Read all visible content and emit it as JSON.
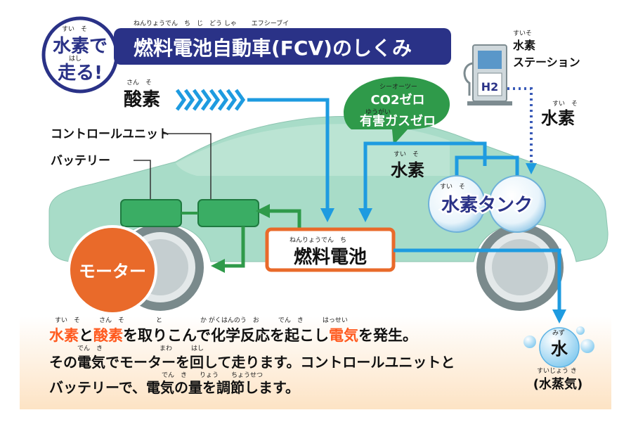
{
  "badge": {
    "line1": "水素で",
    "line2": "走る!",
    "ruby1": "すい　そ",
    "ruby2": "はし"
  },
  "title": {
    "text": "燃料電池自動車(FCV)のしくみ",
    "ruby": "ねんりょうでん　ち　じ　どう しゃ　　 エフシーブイ"
  },
  "station": {
    "label1": "水素",
    "label2": "ステーション",
    "ruby": "すいそ",
    "sign": "H2"
  },
  "labels": {
    "oxygen": "酸素",
    "oxygen_ruby": "さん　そ",
    "control_unit": "コントロールユニット",
    "battery": "バッテリー",
    "hydrogen_in": "水素",
    "hydrogen_in_ruby": "すい　そ",
    "hydrogen_right": "水素",
    "hydrogen_right_ruby": "すい　そ",
    "tank": "水素タンク",
    "tank_ruby": "すい　そ",
    "fuel_cell": "燃料電池",
    "fuel_cell_ruby": "ねんりょうでん　ち",
    "motor": "モーター",
    "water": "水",
    "water_ruby": "みず",
    "steam": "(水蒸気)",
    "steam_ruby": "すいじょう き"
  },
  "bubble": {
    "line1": "CO2ゼロ",
    "line1_ruby": "シーオーツー",
    "line2": "有害ガスゼロ",
    "line2_ruby": "ゆうがい"
  },
  "description": {
    "line1_parts": [
      "水素",
      "と",
      "酸素",
      "を取りこんで化学反応を起こし",
      "電気",
      "を発生。"
    ],
    "line1_ruby": "すい　そ　　　さん　そ　　　　　と　　　　　　か がくはんのう　お　　　でん　き　　　はっせい",
    "line2": "その電気でモーターを回して走ります。コントロールユニットと",
    "line2_ruby": "でん　き　　　　　　　　　まわ　　　はし",
    "line3": "バッテリーで、電気の量を調節します。",
    "line3_ruby": "でん　き　　りょう　　ちょうせつ"
  },
  "colors": {
    "navy": "#2a3287",
    "blue_arrow": "#1e9be0",
    "green": "#2f9a4a",
    "car_fill": "#a8dcc8",
    "orange": "#e96a2a",
    "highlight": "#ff5a1f"
  }
}
